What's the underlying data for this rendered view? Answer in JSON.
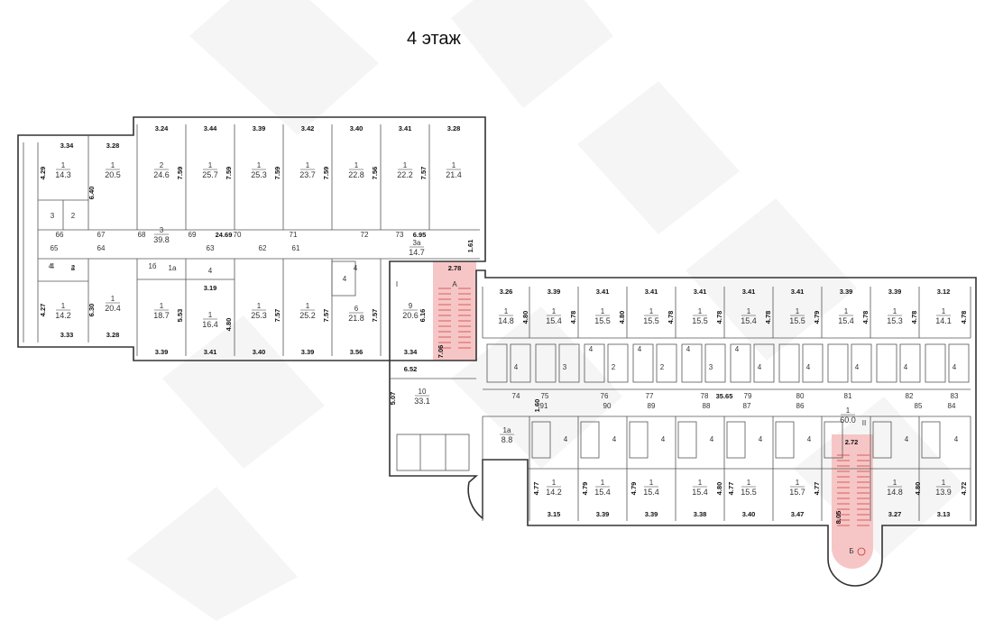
{
  "title": "4 этаж",
  "stairs": [
    {
      "name": "stair-a",
      "label": "А",
      "width": "2.78",
      "length": "7.06"
    },
    {
      "name": "stair-b",
      "label": "Б",
      "width": "2.72",
      "length": "8.05"
    }
  ],
  "corridor_marks": {
    "corridor_west": "24.69",
    "corridor_east": "35.65",
    "corridor_mid": "6.95",
    "corridor_a": "1.61",
    "gap_mark": "1.60",
    "exit_1": "I",
    "exit_2": "II"
  },
  "rooms": [
    {
      "n": "1",
      "a": "14.3"
    },
    {
      "n": "1",
      "a": "20.5"
    },
    {
      "n": "2",
      "a": "24.6"
    },
    {
      "n": "1",
      "a": "25.7"
    },
    {
      "n": "1",
      "a": "25.3"
    },
    {
      "n": "1",
      "a": "23.7"
    },
    {
      "n": "1",
      "a": "22.8"
    },
    {
      "n": "1",
      "a": "22.2"
    },
    {
      "n": "1",
      "a": "21.4"
    },
    {
      "n": "3",
      "a": "39.8"
    },
    {
      "n": "3a",
      "a": "14.7"
    },
    {
      "n": "1",
      "a": "14.2"
    },
    {
      "n": "1",
      "a": "20.4"
    },
    {
      "n": "1",
      "a": "18.7"
    },
    {
      "n": "1",
      "a": "16.4"
    },
    {
      "n": "1",
      "a": "25.3"
    },
    {
      "n": "1",
      "a": "25.2"
    },
    {
      "n": "6",
      "a": "21.8"
    },
    {
      "n": "9",
      "a": "20.6"
    },
    {
      "n": "10",
      "a": "33.1"
    },
    {
      "n": "1a",
      "a": "8.8"
    },
    {
      "n": "1",
      "a": "14.8"
    },
    {
      "n": "1",
      "a": "15.4"
    },
    {
      "n": "1",
      "a": "15.5"
    },
    {
      "n": "1",
      "a": "15.5"
    },
    {
      "n": "1",
      "a": "15.5"
    },
    {
      "n": "1",
      "a": "15.4"
    },
    {
      "n": "1",
      "a": "15.5"
    },
    {
      "n": "1",
      "a": "15.4"
    },
    {
      "n": "1",
      "a": "15.3"
    },
    {
      "n": "1",
      "a": "14.1"
    },
    {
      "n": "1",
      "a": "60.0"
    },
    {
      "n": "1",
      "a": "14.2"
    },
    {
      "n": "1",
      "a": "15.4"
    },
    {
      "n": "1",
      "a": "15.4"
    },
    {
      "n": "1",
      "a": "15.4"
    },
    {
      "n": "1",
      "a": "15.5"
    },
    {
      "n": "1",
      "a": "15.7"
    },
    {
      "n": "1",
      "a": "14.8"
    },
    {
      "n": "1",
      "a": "13.9"
    }
  ],
  "small_labels": [
    "3",
    "2",
    "2",
    "1б",
    "1а",
    "4",
    "4",
    "4",
    "3",
    "2",
    "2",
    "3",
    "4",
    "4",
    "4",
    "4",
    "4",
    "4",
    "4",
    "4",
    "4",
    "4",
    "4",
    "4",
    "4",
    "4",
    "4",
    "4",
    "4",
    "4",
    "4",
    "4",
    "4"
  ],
  "dimensions": [
    "3.34",
    "3.28",
    "3.24",
    "3.44",
    "3.39",
    "3.42",
    "3.40",
    "3.41",
    "3.28",
    "4.29",
    "6.40",
    "7.59",
    "7.59",
    "7.59",
    "7.59",
    "7.56",
    "7.57",
    "3.19",
    "4.27",
    "6.30",
    "5.53",
    "4.80",
    "7.57",
    "7.57",
    "3.33",
    "3.28",
    "3.39",
    "3.41",
    "3.40",
    "3.39",
    "3.56",
    "3.34",
    "6.16",
    "6.52",
    "5.07",
    "3.26",
    "3.39",
    "3.41",
    "3.41",
    "3.41",
    "3.41",
    "3.41",
    "3.39",
    "3.39",
    "3.12",
    "4.80",
    "4.78",
    "4.80",
    "4.78",
    "4.78",
    "4.78",
    "4.79",
    "4.78",
    "4.78",
    "4.77",
    "4.79",
    "4.79",
    "4.80",
    "4.77",
    "4.77",
    "4.80",
    "4.72",
    "3.15",
    "3.39",
    "3.39",
    "3.38",
    "3.40",
    "3.47",
    "3.27",
    "3.13"
  ],
  "corridor_numbers": [
    "66",
    "67",
    "68",
    "69",
    "70",
    "71",
    "72",
    "73",
    "65",
    "64",
    "63",
    "62",
    "61",
    "74",
    "75",
    "76",
    "77",
    "78",
    "79",
    "80",
    "81",
    "82",
    "83",
    "91",
    "90",
    "89",
    "88",
    "87",
    "86",
    "85",
    "84"
  ]
}
